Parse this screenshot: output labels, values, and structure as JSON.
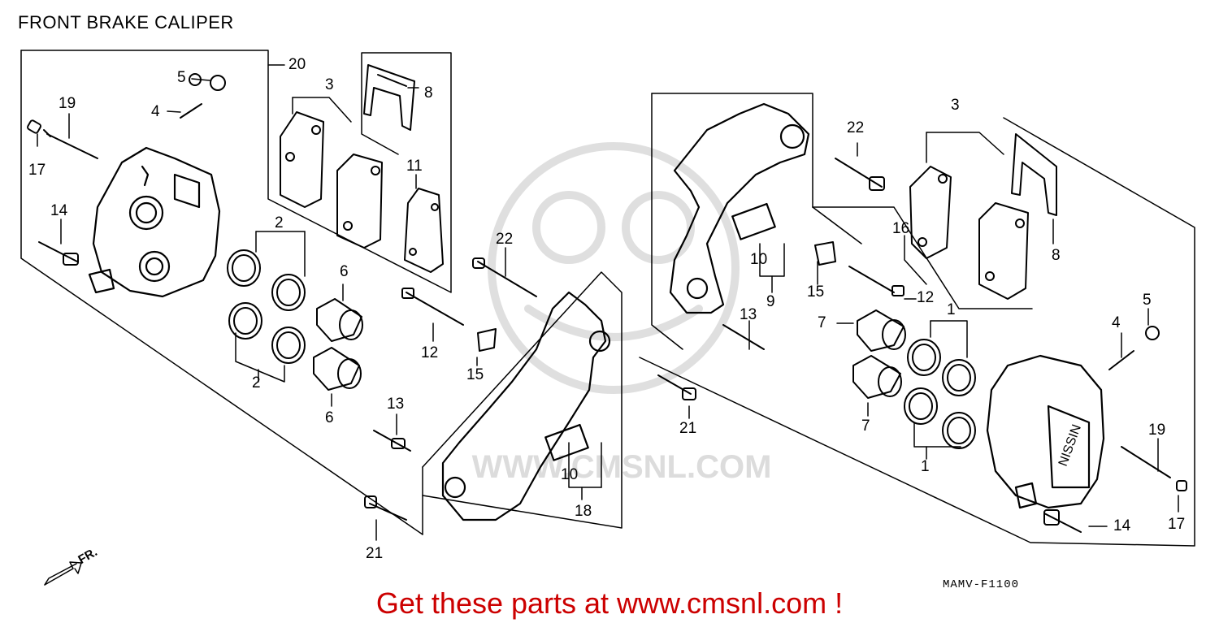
{
  "title": "FRONT BRAKE CALIPER",
  "diagram_code": "MAMV-F1100",
  "promo": "Get these parts at www.cmsnl.com !",
  "watermark": "WWW.CMSNL.COM",
  "direction": "FR.",
  "colors": {
    "ink": "#000000",
    "promo": "#cc0000",
    "watermark": "#d9d9d9"
  },
  "callouts": [
    "1",
    "1",
    "2",
    "2",
    "3",
    "3",
    "4",
    "4",
    "5",
    "5",
    "6",
    "6",
    "7",
    "7",
    "8",
    "8",
    "9",
    "10",
    "10",
    "11",
    "12",
    "12",
    "13",
    "13",
    "14",
    "14",
    "15",
    "15",
    "16",
    "17",
    "17",
    "18",
    "19",
    "19",
    "20",
    "21",
    "21",
    "22",
    "22"
  ]
}
